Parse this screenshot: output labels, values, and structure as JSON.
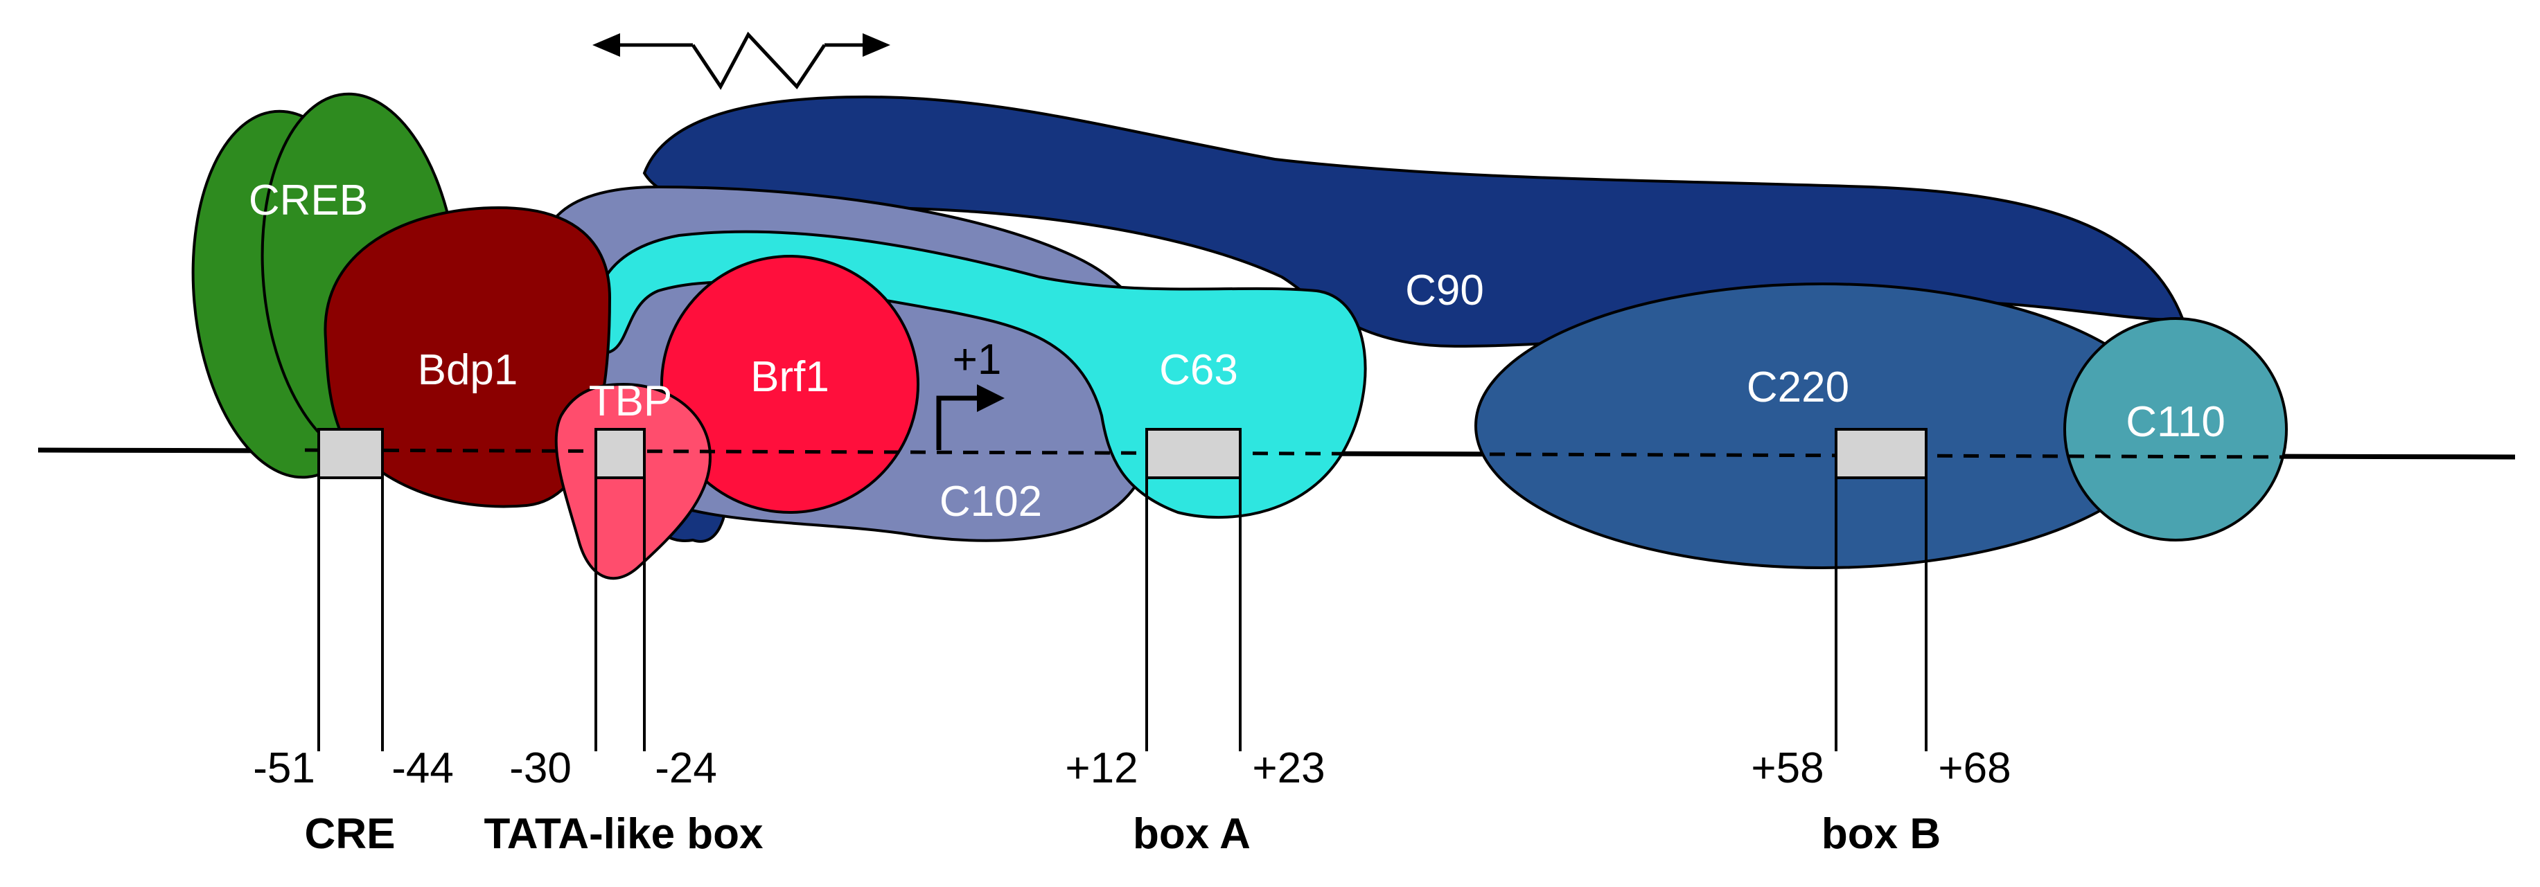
{
  "labels": {
    "creb": "CREB",
    "bdp1": "Bdp1",
    "tbp": "TBP",
    "brf1": "Brf1",
    "c102": "C102",
    "c63": "C63",
    "c90": "C90",
    "c220": "C220",
    "c110": "C110",
    "tss": "+1"
  },
  "positions": {
    "cre_start": "-51",
    "cre_end": "-44",
    "tata_start": "-30",
    "tata_end": "-24",
    "boxa_start": "+12",
    "boxa_end": "+23",
    "boxb_start": "+58",
    "boxb_end": "+68"
  },
  "elements": {
    "cre": "CRE",
    "tata": "TATA-like box",
    "boxa": "box A",
    "boxb": "box B"
  },
  "colors": {
    "creb": "#2e8b1f",
    "bdp1": "#8b0000",
    "tbp": "#ff4d6d",
    "brf1": "#ff0f3c",
    "c102": "#7b86b8",
    "c63": "#2ee6e0",
    "c90": "#15347f",
    "c220": "#2b5a95",
    "c110": "#4aa3b0",
    "box": "#d3d3d3"
  }
}
